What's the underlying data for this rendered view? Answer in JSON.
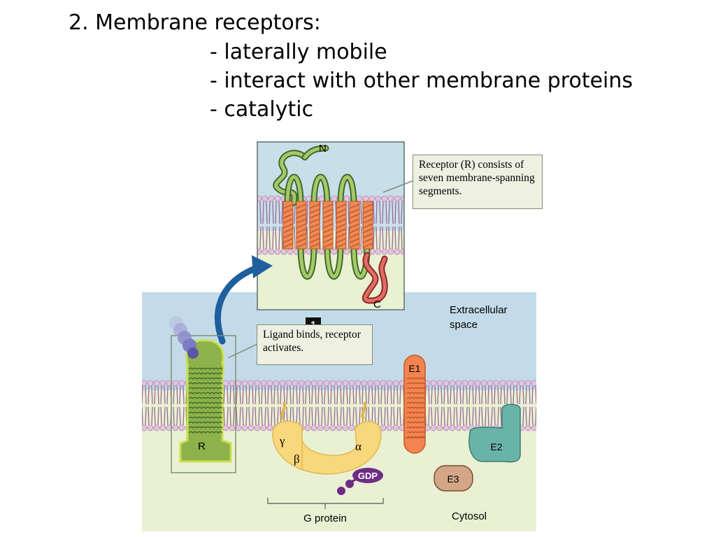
{
  "slide": {
    "title": "2. Membrane receptors:",
    "bullets": [
      "- laterally mobile",
      "- interact with other membrane proteins",
      "- catalytic"
    ]
  },
  "figure": {
    "inset": {
      "n_terminus": "N",
      "c_terminus": "C",
      "callout": "Receptor (R) consists of seven membrane-spanning segments."
    },
    "step_number": "1",
    "step_callout": "Ligand binds, receptor activates.",
    "labels": {
      "extracellular": "Extracellular space",
      "cytosol": "Cytosol",
      "g_protein": "G protein",
      "receptor": "R",
      "e1": "E1",
      "e2": "E2",
      "e3": "E3",
      "gamma": "γ",
      "beta": "β",
      "alpha": "α",
      "gdp": "GDP"
    },
    "colors": {
      "extracellular_bg": "#c3dbe8",
      "cytosol_bg": "#e9f1d2",
      "lipid_head": "#e3c3de",
      "lipid_tail": "#9b6a9a",
      "receptor_green": "#9cbd5a",
      "helix_orange": "#f08a55",
      "e1_orange": "#f3844f",
      "e2_teal": "#6ab3a8",
      "e3_brown": "#d3a688",
      "g_protein_yellow": "#f8d87c",
      "gdp_purple": "#6d2c86",
      "arrow_blue": "#1f5f9e"
    }
  }
}
